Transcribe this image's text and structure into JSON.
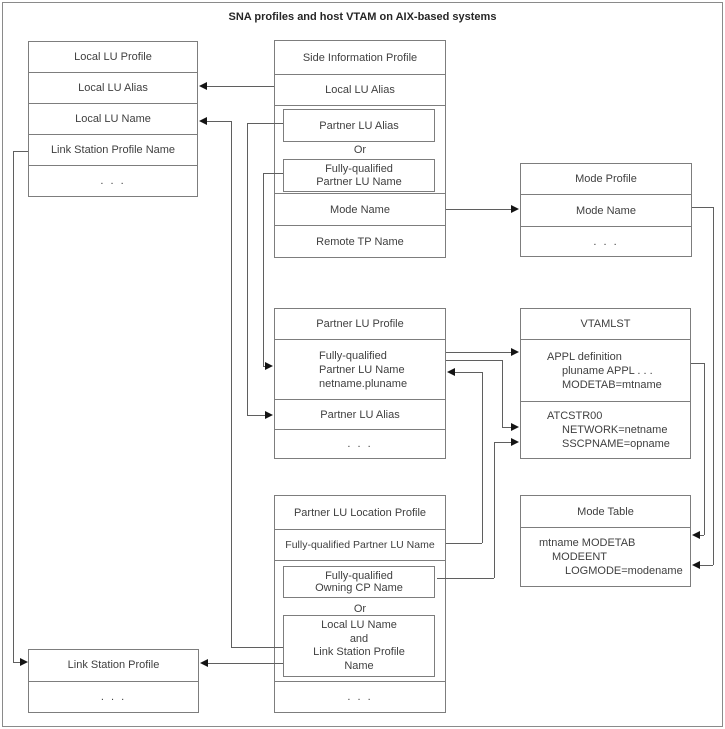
{
  "title": "SNA profiles and host VTAM on AIX-based systems",
  "local_lu_profile": {
    "rows": [
      "Local LU Profile",
      "Local LU Alias",
      "Local LU Name",
      "Link Station Profile Name",
      ". . ."
    ]
  },
  "side_information": {
    "title": "Side Information Profile",
    "local_lu_alias": "Local LU Alias",
    "partner_lu_alias": "Partner LU Alias",
    "or": "Or",
    "fq_partner_lu_name": "Fully-qualified\nPartner LU Name",
    "mode_name": "Mode Name",
    "remote_tp_name": "Remote TP Name"
  },
  "partner_lu_profile": {
    "title": "Partner LU Profile",
    "fq_partner_lu_name": "Fully-qualified\nPartner LU Name\nnetname.pluname",
    "partner_lu_alias": "Partner LU Alias",
    "more": ". . ."
  },
  "partner_lu_location": {
    "title": "Partner LU Location Profile",
    "fq_partner_lu_name": "Fully-qualified Partner LU Name",
    "fq_owning_cp_name": "Fully-qualified\nOwning CP Name",
    "or": "Or",
    "local_lu_and_link": "Local LU Name\nand\nLink Station Profile\nName",
    "more": ". . ."
  },
  "mode_profile": {
    "title": "Mode Profile",
    "mode_name": "Mode Name",
    "more": ". . ."
  },
  "vtamlst": {
    "title": "VTAMLST",
    "appl_lines": [
      "APPL definition",
      "pluname APPL . . .",
      "MODETAB=mtname"
    ],
    "atcstr_lines": [
      "ATCSTR00",
      "NETWORK=netname",
      "SSCPNAME=opname"
    ]
  },
  "mode_table": {
    "title": "Mode Table",
    "lines": [
      "mtname MODETAB",
      "MODEENT",
      "LOGMODE=modename"
    ]
  },
  "link_station_profile": {
    "rows": [
      "Link Station Profile",
      ". . ."
    ]
  }
}
